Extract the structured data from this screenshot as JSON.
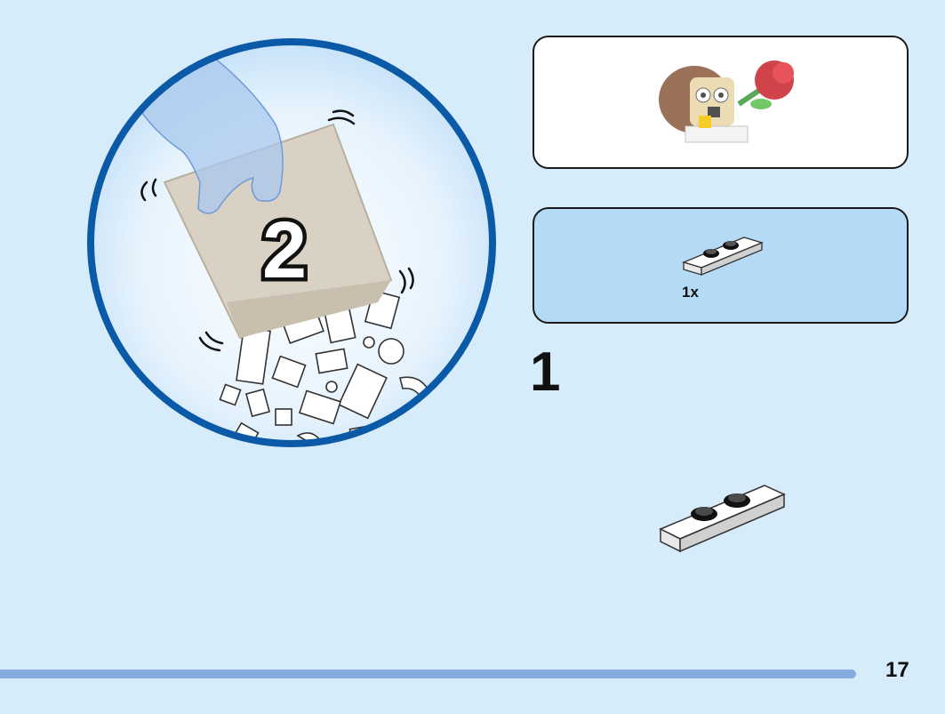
{
  "bag_callout": {
    "bag_number": "2",
    "colors": {
      "ring": "#0a5aa8",
      "bag": "#d9d2c4",
      "hand": "#a9c8ee"
    }
  },
  "preview": {
    "model_icon": "hedgehog-with-rose-model"
  },
  "parts_list": {
    "items": [
      {
        "part_icon": "plate-1x3-two-studs-icon",
        "quantity": "1x"
      }
    ]
  },
  "step": {
    "number": "1"
  },
  "footer": {
    "page_number": "17",
    "progress_color": "#86abe0"
  }
}
